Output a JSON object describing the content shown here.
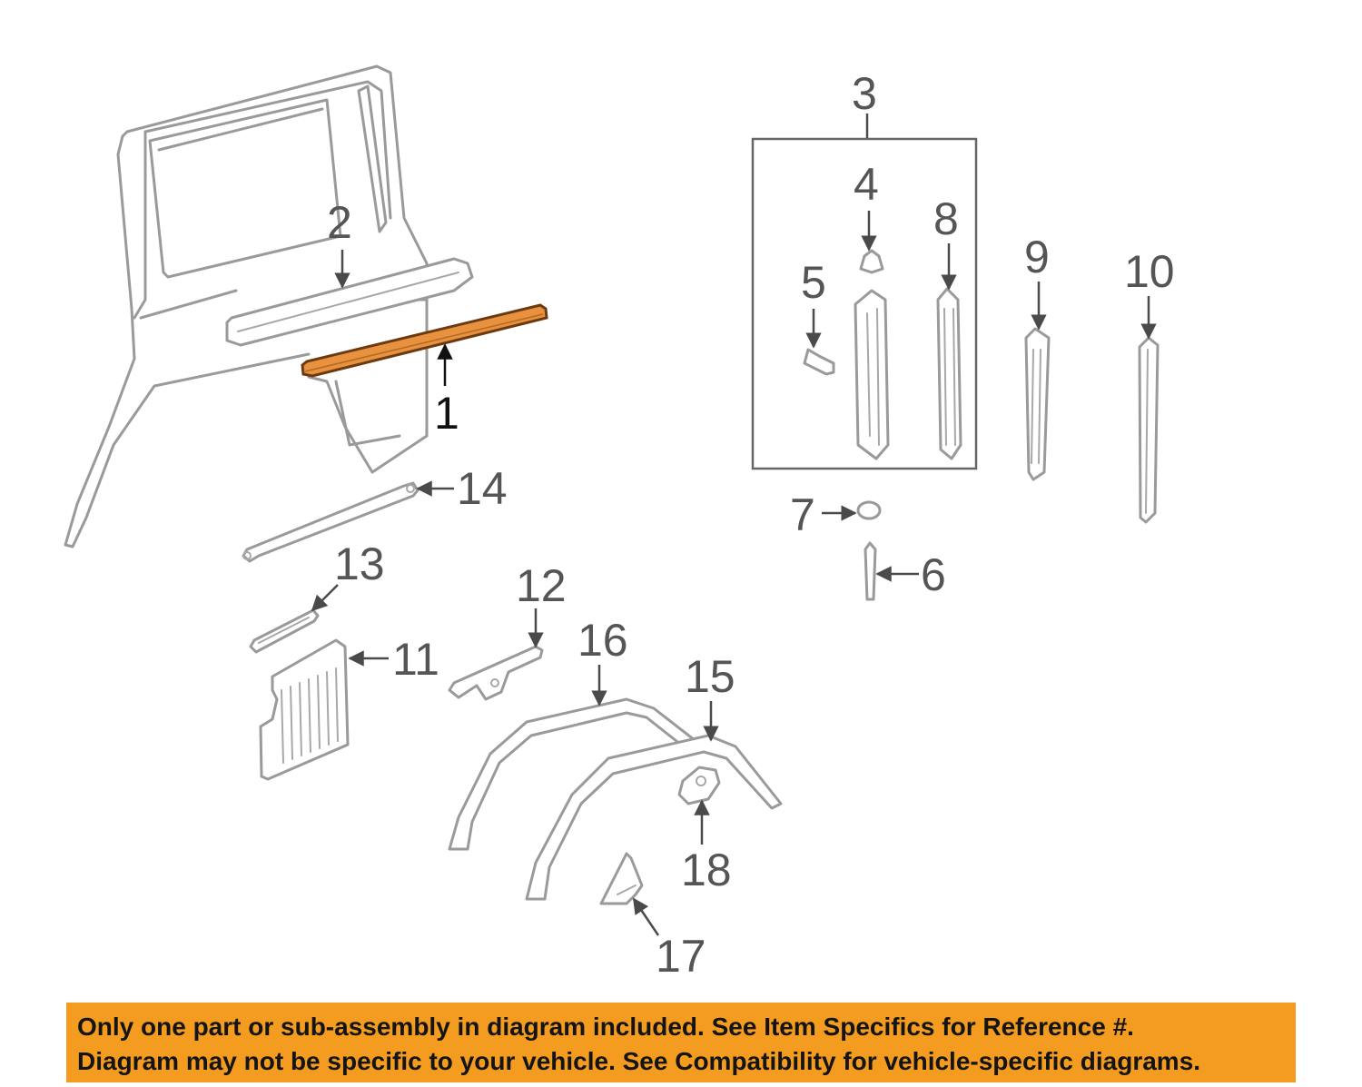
{
  "diagram": {
    "callouts": {
      "c1": "1",
      "c2": "2",
      "c3": "3",
      "c4": "4",
      "c5": "5",
      "c6": "6",
      "c7": "7",
      "c8": "8",
      "c9": "9",
      "c10": "10",
      "c11": "11",
      "c12": "12",
      "c13": "13",
      "c14": "14",
      "c15": "15",
      "c16": "16",
      "c17": "17",
      "c18": "18"
    },
    "highlighted_part": "1",
    "highlight_color": "#e8913f"
  },
  "notice": {
    "line1": "Only one part or sub-assembly in diagram included. See Item Specifics for Reference #.",
    "line2": "Diagram may not be specific to your vehicle. See Compatibility for vehicle-specific diagrams.",
    "background": "#f39c1f"
  }
}
